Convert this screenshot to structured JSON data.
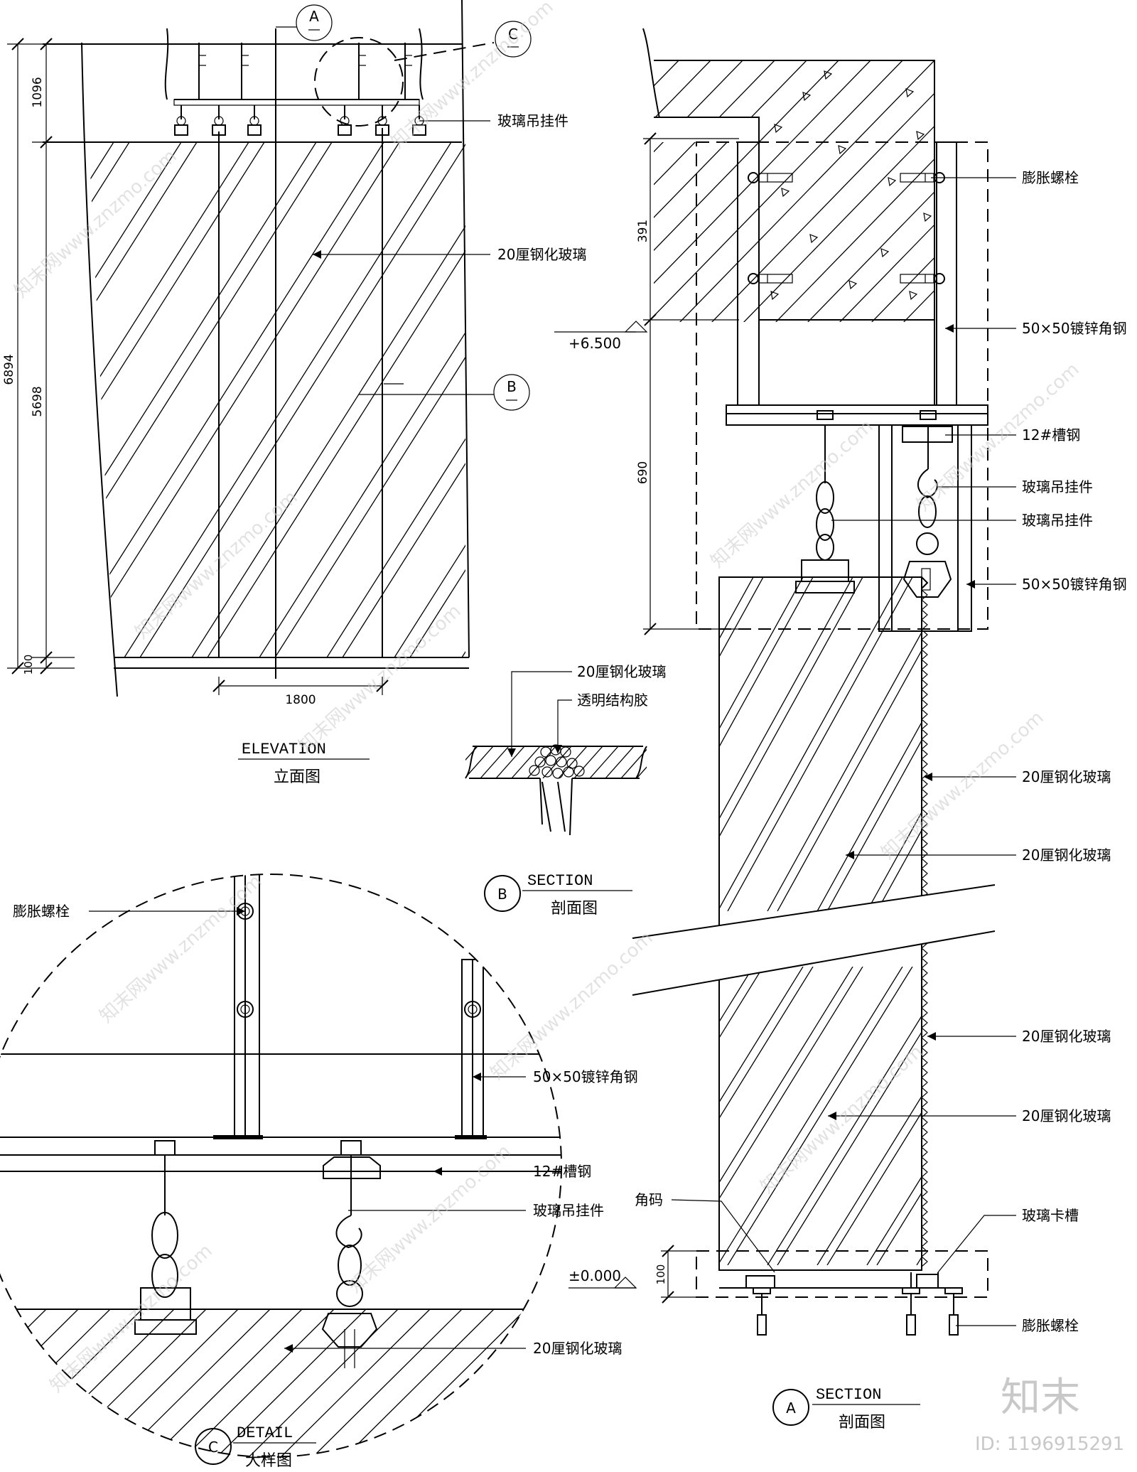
{
  "elevation": {
    "title_en": "ELEVATION",
    "title_cn": "立面图",
    "dims": {
      "total": "6894",
      "top": "1096",
      "middle": "5698",
      "bottom": "100",
      "width": "1800"
    },
    "labels": {
      "hanger": "玻璃吊挂件",
      "glass": "20厘钢化玻璃"
    },
    "markers": {
      "a": "A",
      "b": "B",
      "c": "C"
    }
  },
  "section_b": {
    "letter": "B",
    "title_en": "SECTION",
    "title_cn": "剖面图",
    "labels": {
      "glass": "20厘钢化玻璃",
      "glue": "透明结构胶"
    }
  },
  "section_a": {
    "letter": "A",
    "title_en": "SECTION",
    "title_cn": "剖面图",
    "dims": {
      "upper": "391",
      "lower": "690",
      "base": "100"
    },
    "levels": {
      "top": "+6.500",
      "bottom": "±0.000"
    },
    "labels": {
      "bolt_top": "膨胀螺栓",
      "angle_1": "50×50镀锌角钢",
      "channel": "12#槽钢",
      "hanger_1": "玻璃吊挂件",
      "hanger_2": "玻璃吊挂件",
      "angle_2": "50×50镀锌角钢",
      "glass_1": "20厘钢化玻璃",
      "glass_2": "20厘钢化玻璃",
      "glass_3": "20厘钢化玻璃",
      "glass_4": "20厘钢化玻璃",
      "corner_code": "角码",
      "glass_slot": "玻璃卡槽",
      "bolt_bottom": "膨胀螺栓"
    }
  },
  "detail_c": {
    "letter": "C",
    "title_en": "DETAIL",
    "title_cn": "大样图",
    "labels": {
      "bolt": "膨胀螺栓",
      "angle": "50×50镀锌角钢",
      "channel": "12#槽钢",
      "hanger": "玻璃吊挂件",
      "glass": "20厘钢化玻璃"
    }
  },
  "watermark": {
    "brand": "知末",
    "id": "ID: 1196915291",
    "repeat": "知末网www.znzmo.com"
  }
}
